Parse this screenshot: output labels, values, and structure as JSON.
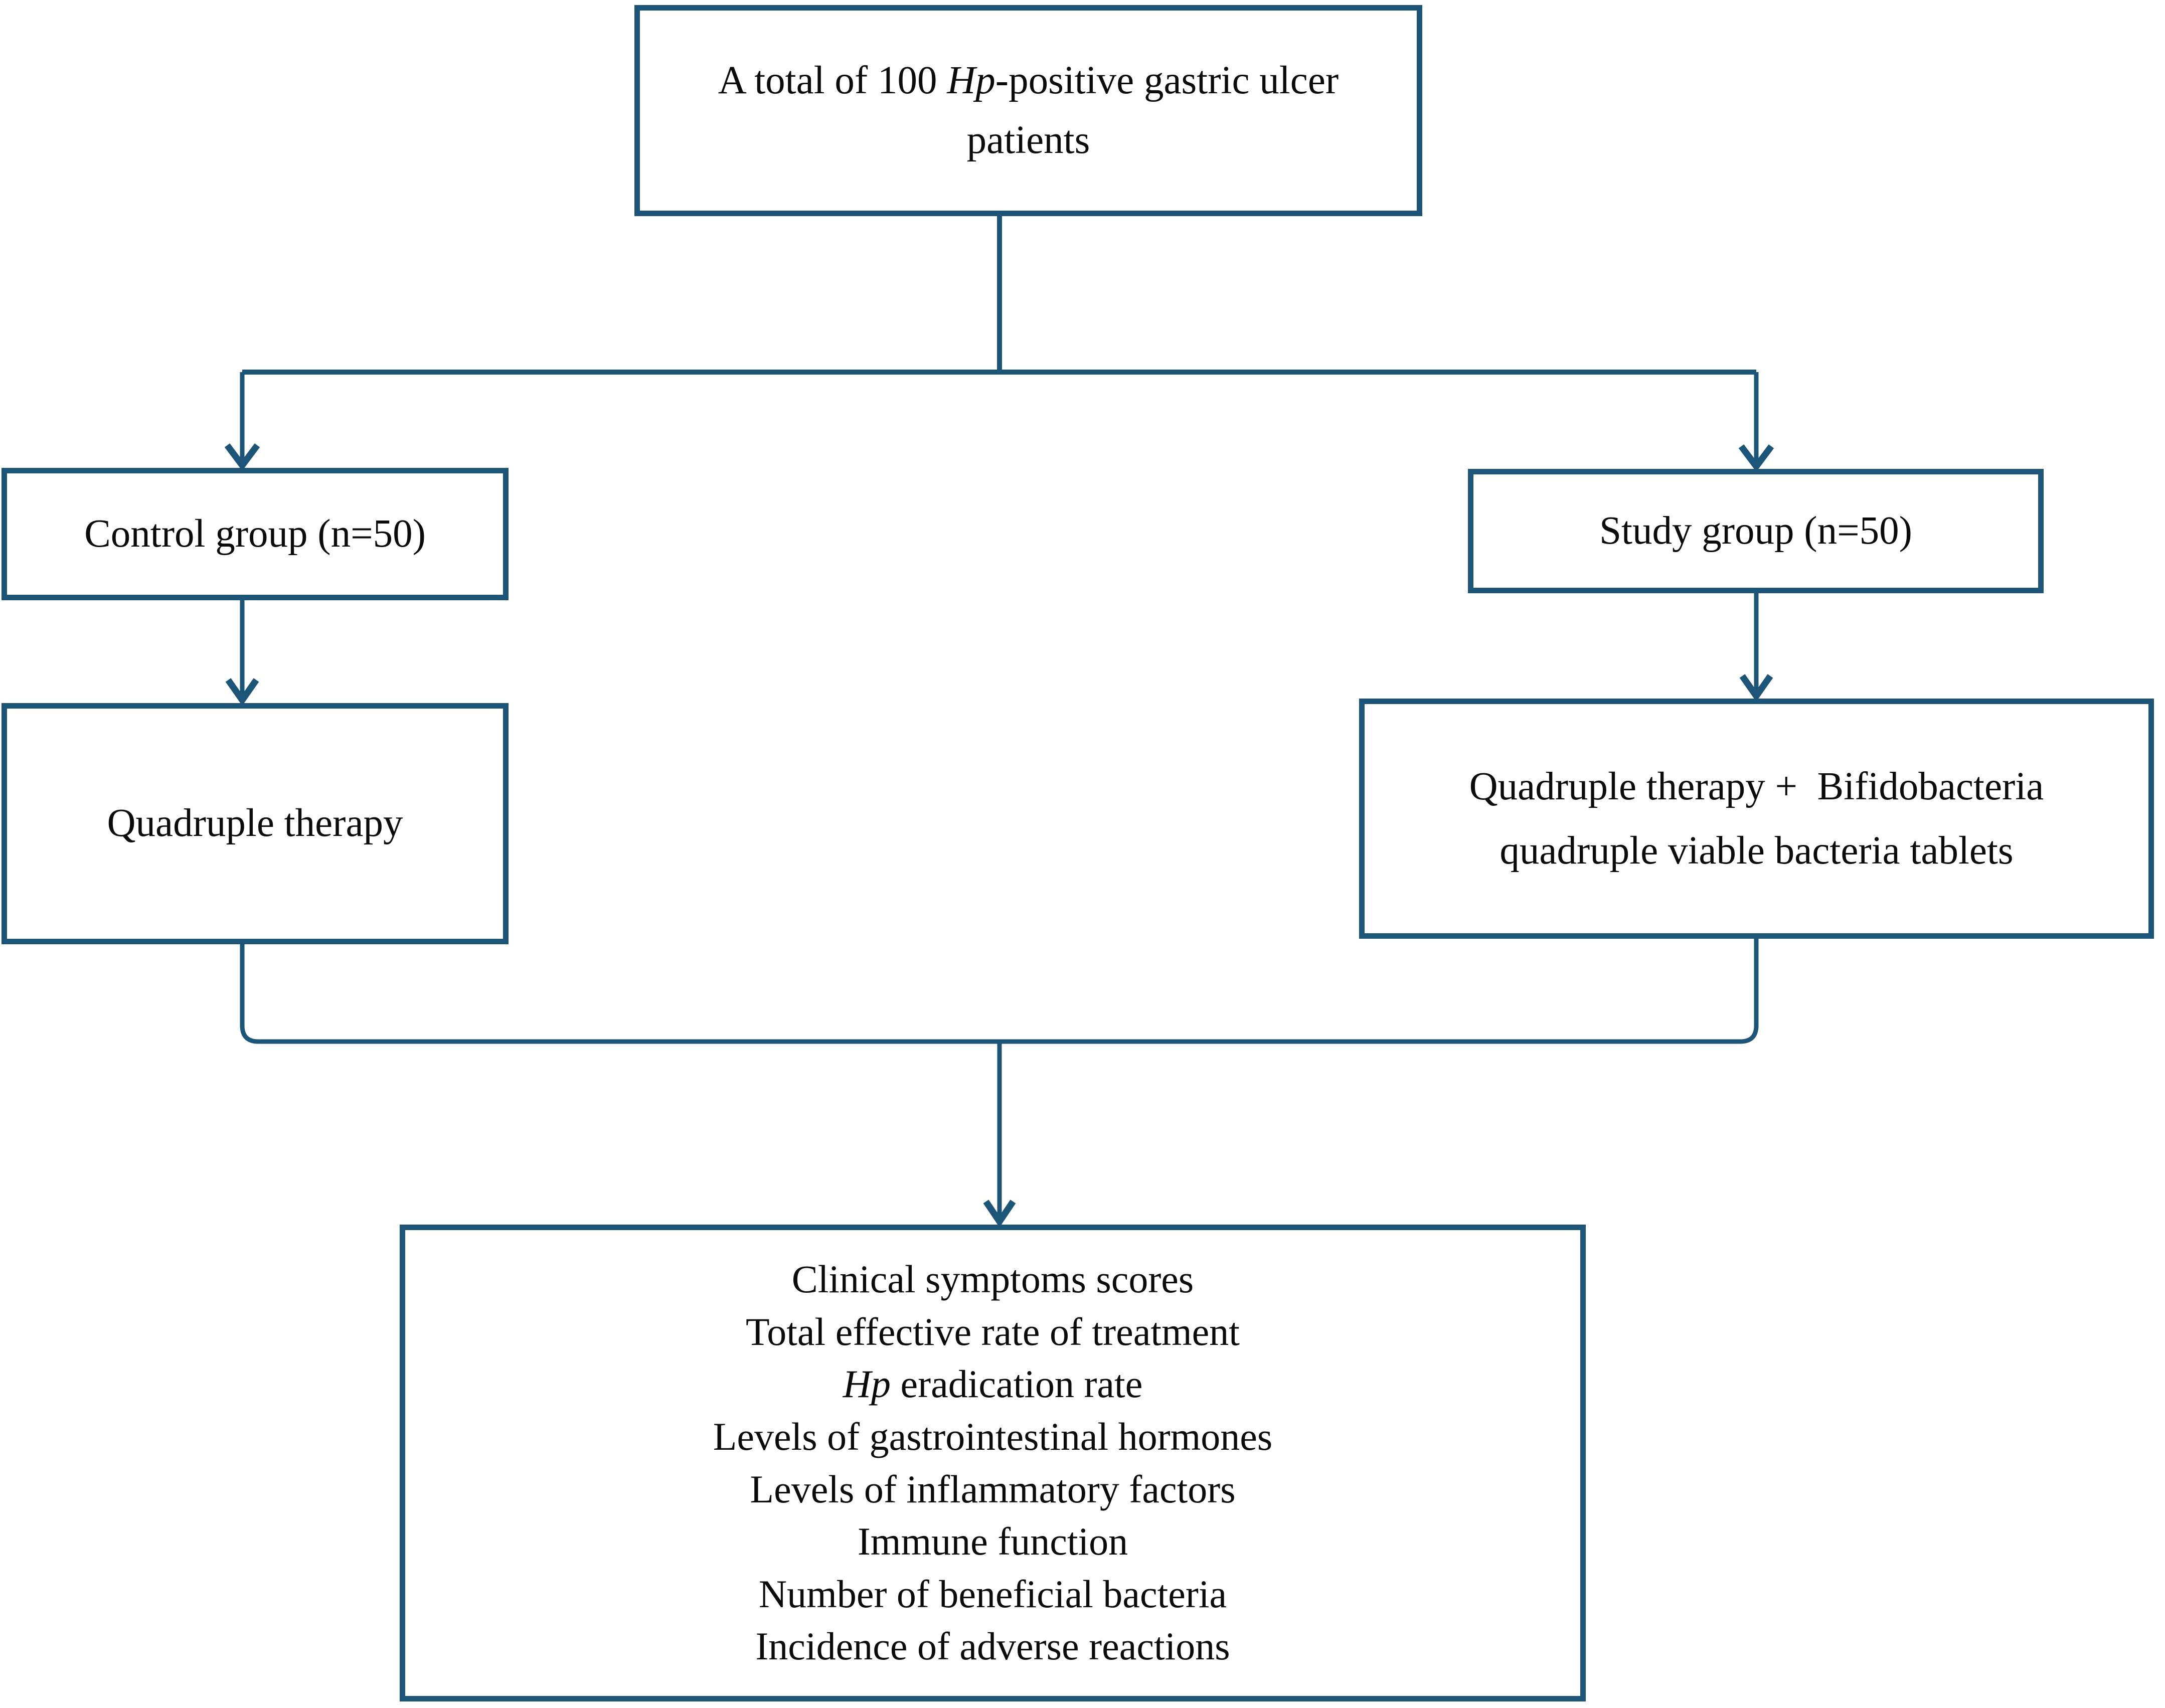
{
  "figure": {
    "type": "flowchart",
    "accent_color": "#1c5577",
    "text_color": "#0b0b0b",
    "background_color": "#ffffff"
  },
  "nodes": {
    "total": {
      "line1_prefix": "A total of 100 ",
      "line1_italic": "Hp",
      "line1_suffix": "-positive gastric ulcer",
      "line2": "patients"
    },
    "control": {
      "label": "Control group (n=50)"
    },
    "study": {
      "label": "Study group (n=50)"
    },
    "quadruple": {
      "label": "Quadruple therapy"
    },
    "combo": {
      "line1": "Quadruple therapy +  Bifidobacteria",
      "line2": "quadruple viable bacteria tablets"
    },
    "outcomes": {
      "line1": "Clinical symptoms scores",
      "line2": "Total effective rate of treatment",
      "line3_italic": "Hp",
      "line3_suffix": " eradication rate",
      "line4": "Levels of gastrointestinal hormones",
      "line5": "Levels of inflammatory factors",
      "line6": "Immune function",
      "line7": "Number of beneficial bacteria",
      "line8": "Incidence of adverse reactions"
    }
  }
}
